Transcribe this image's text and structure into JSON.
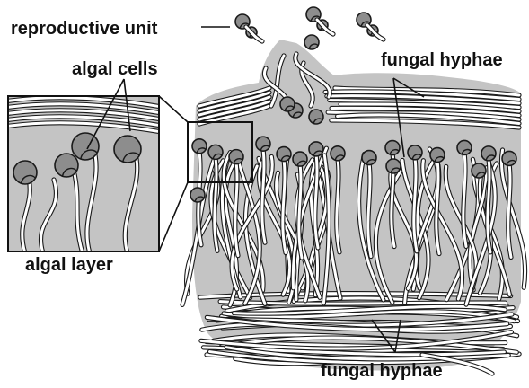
{
  "colors": {
    "thallus_fill": "#c4c4c4",
    "algal_cell": "#8d8d8d",
    "outline": "#1a1a1a",
    "hypha_core": "#ffffff"
  },
  "labels": {
    "reproductive_unit": "reproductive unit",
    "algal_cells": "algal cells",
    "algal_layer": "algal layer",
    "fungal_hyphae_top": "fungal hyphae",
    "fungal_hyphae_bottom": "fungal hyphae"
  }
}
